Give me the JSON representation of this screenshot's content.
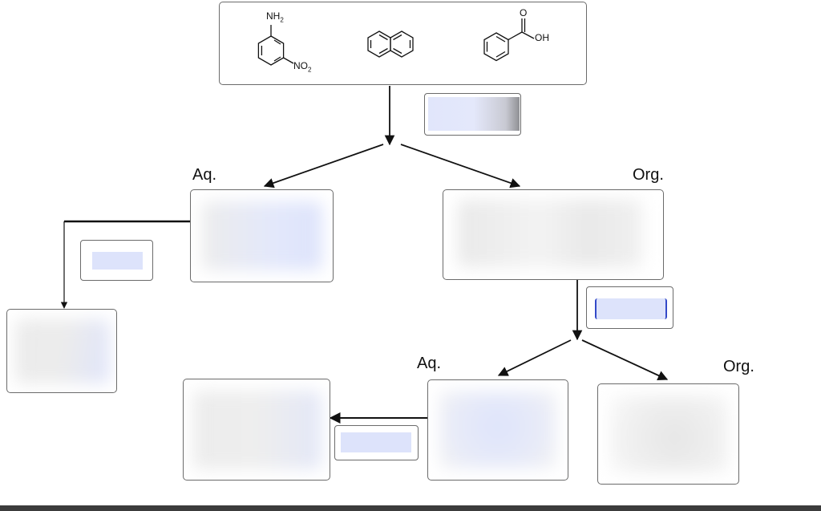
{
  "structures": {
    "aniline": {
      "substituent_top": "NH2",
      "substituent_bottom": "NO2"
    },
    "naphthalene": {},
    "benzoic_acid": {
      "carbonyl": "O",
      "hydroxyl": "OH"
    }
  },
  "branches": {
    "first_left": "Aq.",
    "first_right": "Org.",
    "second_left": "Aq.",
    "second_right": "Org."
  },
  "colors": {
    "line": "#111111",
    "box_border": "#6b6b6b",
    "redacted_blue": "#dde3fb",
    "redacted_gray": "#e8e8e8",
    "bottom_bar": "#3c3c3c"
  }
}
